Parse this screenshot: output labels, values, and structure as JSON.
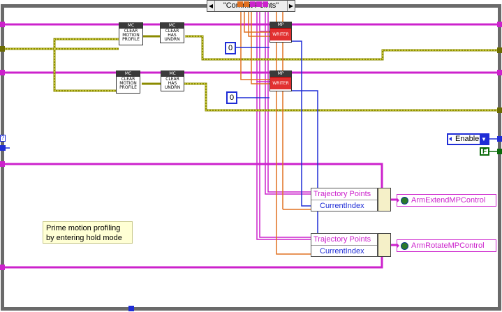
{
  "case_structure": {
    "selector_label": "\"Commit Points\"",
    "left_arrow": "◀",
    "right_arrow": "▶"
  },
  "subvis": {
    "clear_profile_top": {
      "header": "MC",
      "text": "CLEAR MOTION PROFILE"
    },
    "clear_undrn_top": {
      "header": "MC",
      "text": "CLEAR HAS UNDRN"
    },
    "clear_profile_bottom": {
      "header": "MC",
      "text": "CLEAR MOTION PROFILE"
    },
    "clear_undrn_bottom": {
      "header": "MC",
      "text": "CLEAR HAS UNDRN"
    },
    "writer_top": {
      "header": "MP",
      "text": "WRITER"
    },
    "writer_bottom": {
      "header": "MP",
      "text": "WRITER"
    }
  },
  "constants": {
    "top_zero": "0",
    "bottom_zero": "0",
    "enable_ring": "Enable",
    "false_const": "F",
    "ring_dropdown": "▼",
    "unknown_tunnel": "?"
  },
  "property_nodes": [
    {
      "row1": "Trajectory Points",
      "row2": "CurrentIndex"
    },
    {
      "row1": "Trajectory Points",
      "row2": "CurrentIndex"
    }
  ],
  "references": [
    {
      "label": "ArmExtendMPControl"
    },
    {
      "label": "ArmRotateMPControl"
    }
  ],
  "comment": "Prime motion profiling by entering hold mode",
  "colors": {
    "refnum_wire": "#cc22cc",
    "cluster_wire": "#8b8b00",
    "numeric_wire": "#1f2dd6",
    "orange_wire": "#e07020",
    "boolean_wire": "#0a6b0a",
    "structure_border": "#6a6a6a"
  }
}
